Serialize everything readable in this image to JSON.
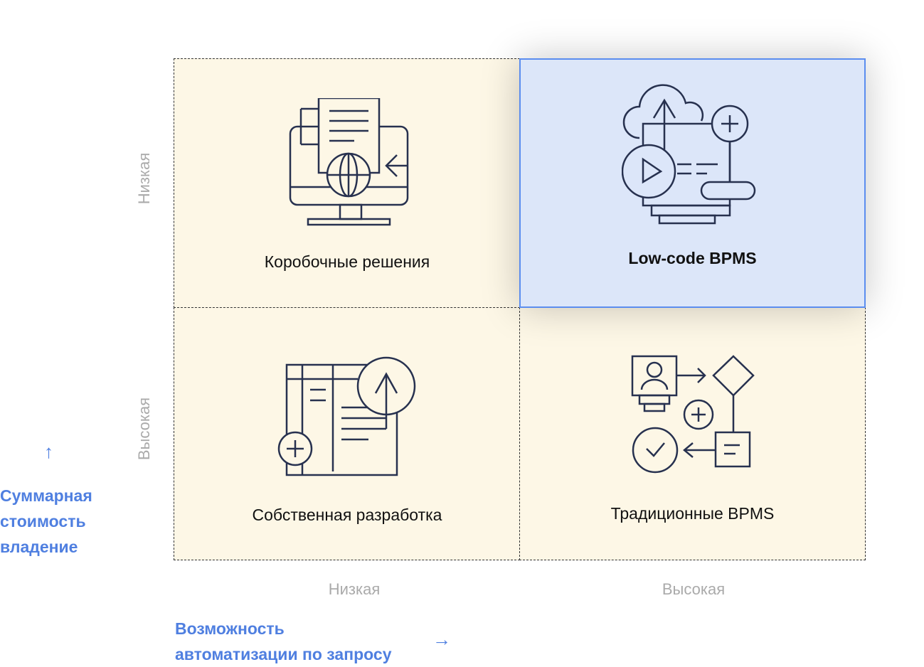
{
  "quadrants": {
    "top_left": {
      "label": "Коробочные решения",
      "icon": "monitor-document-globe-icon"
    },
    "top_right": {
      "label": "Low-code BPMS",
      "icon": "cloud-app-play-icon",
      "highlighted": true
    },
    "bottom_left": {
      "label": "Собственная разработка",
      "icon": "code-window-upload-icon"
    },
    "bottom_right": {
      "label": "Традиционные BPMS",
      "icon": "process-flow-icon"
    }
  },
  "y_axis": {
    "title": "Суммарная стоимость владение",
    "title_lines": [
      "Суммарная",
      "стоимость",
      "владение"
    ],
    "arrow": "↑",
    "ticks": [
      "Низкая",
      "Высокая"
    ]
  },
  "x_axis": {
    "title": "Возможность автоматизации по запросу",
    "title_lines": [
      "Возможность",
      "автоматизации по запросу"
    ],
    "arrow": "→",
    "ticks": [
      "Низкая",
      "Высокая"
    ]
  },
  "colors": {
    "accent": "#4f7fe0",
    "cell_bg": "#fdf7e6",
    "highlight_bg": "#dce6f9",
    "highlight_border": "#5b8def",
    "icon_stroke": "#27314f"
  }
}
